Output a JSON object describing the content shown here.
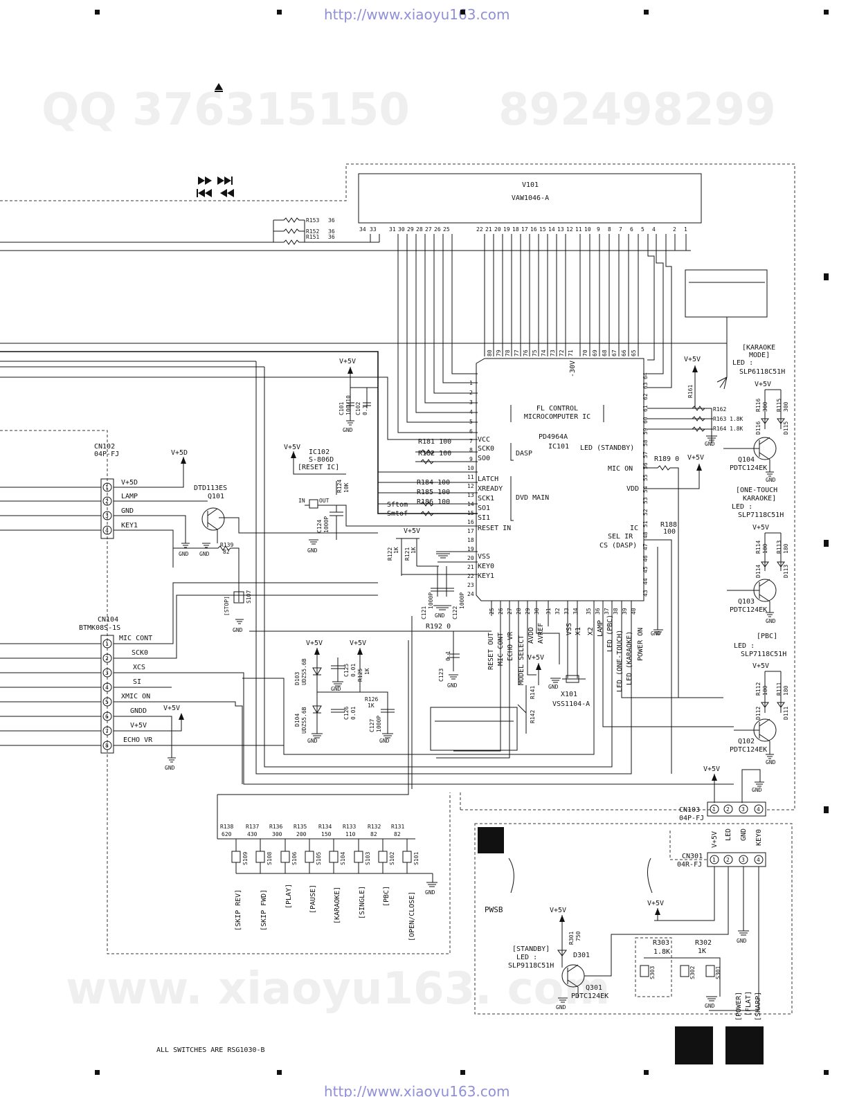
{
  "watermarks": {
    "url_top": "http://www.xiaoyu163.com",
    "url_bottom": "http://www.xiaoyu163.com",
    "qq": "QQ 376315150",
    "num": "892498299",
    "site_bottom": "www. xiaoyu163. com"
  },
  "display": {
    "ref": "V101",
    "part": "VAW1046-A"
  },
  "ic101": {
    "title1": "FL CONTROL",
    "title2": "MICROCOMPUTER IC",
    "part": "PD4964A",
    "ref": "IC101",
    "neg30": "-30V",
    "left_pins": [
      "VCC",
      "SCK0",
      "SO0",
      "LATCH",
      "XREADY",
      "SCK1",
      "SO1",
      "SI1",
      "RESET IN",
      "VSS",
      "KEY0",
      "KEY1"
    ],
    "right_pins": [
      "LED (STANDBY)",
      "MIC ON",
      "VDD",
      "IC",
      "SEL IR",
      "CS (DASP)"
    ],
    "bottom_pins": [
      "RESET OUT",
      "MIC CONT",
      "ECHO VR",
      "MODEL SELECT",
      "AVDD",
      "AVREF",
      "VSS",
      "X1",
      "X2",
      "LAMP",
      "LED (PBC)",
      "LED (ONE-TOUCH)",
      "LED (KARAOKE)",
      "POWER ON"
    ],
    "group_dasp": "DASP",
    "group_dvd": "DVD MAIN",
    "sftom": "Sftom",
    "smtof": "Smtof"
  },
  "ic102": {
    "ref": "IC102",
    "part": "S-806D",
    "role": "[RESET IC]",
    "in": "IN",
    "out": "OUT"
  },
  "cn102": {
    "ref": "CN102",
    "part": "04P-FJ",
    "pins": [
      "V+5D",
      "LAMP",
      "GND",
      "KEY1"
    ],
    "v5d": "V+5D"
  },
  "cn104": {
    "ref": "CN104",
    "part": "BTMK08S-1S",
    "pins": [
      "MIC CONT",
      "SCK0",
      "XCS",
      "SI",
      "XMIC ON",
      "GNDD",
      "V+5V",
      "ECHO VR"
    ]
  },
  "cn103": {
    "ref": "CN103",
    "part": "04P-FJ"
  },
  "cn301": {
    "ref": "CN301",
    "part": "04R-FJ",
    "pins": [
      "V+5V",
      "LED",
      "GND",
      "KEY0"
    ]
  },
  "q101": {
    "ref": "Q101",
    "part": "DTD113ES"
  },
  "karaoke_led": {
    "label": "[KARAOKE",
    "label2": "MODE]",
    "led": "LED :",
    "part": "SLP6118C51H"
  },
  "onetouch_led": {
    "label": "[ONE-TOUCH",
    "label2": "KARAOKE]",
    "led": "LED :",
    "part": "SLP7118C51H"
  },
  "pbc_led": {
    "label": "[PBC]",
    "led": "LED :",
    "part": "SLP7118C51H"
  },
  "transistors": [
    "Q104",
    "Q103",
    "Q102"
  ],
  "transistor_part": "PDTC124EK",
  "resistors_top": [
    {
      "ref": "R153",
      "val": "36"
    },
    {
      "ref": "R152",
      "val": "36"
    },
    {
      "ref": "R151",
      "val": "36"
    }
  ],
  "resistors_sw": [
    {
      "ref": "R138",
      "val": "620"
    },
    {
      "ref": "R137",
      "val": "430"
    },
    {
      "ref": "R136",
      "val": "300"
    },
    {
      "ref": "R135",
      "val": "200"
    },
    {
      "ref": "R134",
      "val": "150"
    },
    {
      "ref": "R133",
      "val": "110"
    },
    {
      "ref": "R132",
      "val": "82"
    },
    {
      "ref": "R131",
      "val": "82"
    }
  ],
  "switches": [
    {
      "ref": "S109",
      "label": "[SKIP REV]"
    },
    {
      "ref": "S108",
      "label": "[SKIP FWD]"
    },
    {
      "ref": "S106",
      "label": "[PLAY]"
    },
    {
      "ref": "S105",
      "label": "[PAUSE]"
    },
    {
      "ref": "S104",
      "label": "[KARAOKE]"
    },
    {
      "ref": "S103",
      "label": "[SINGLE]"
    },
    {
      "ref": "S102",
      "label": "[PBC]"
    },
    {
      "ref": "S101",
      "label": "[OPEN/CLOSE]"
    }
  ],
  "stop": {
    "label": "[STOP]",
    "ref": "S107"
  },
  "misc": {
    "r181": "R181 100",
    "r182": "R182 100",
    "r184": "R184 100",
    "r185": "R185 100",
    "r186": "R186 100",
    "r189": "R189 0",
    "r188": "R188",
    "r188v": "100",
    "r192": "R192 0",
    "r139": "R139",
    "r139v": "82",
    "r161": "R161",
    "r162": "R162",
    "r163": "R163 1.8K",
    "r164": "R164 1.8K",
    "r122": "R122",
    "r122v": "1K",
    "r121": "R121",
    "r121v": "1K",
    "r124": "R124",
    "r124v": "10K",
    "c101": "C101",
    "c101v": "100/10",
    "c102": "C102",
    "c102v": "0.1",
    "c124": "C124",
    "c124v": "1000P",
    "c121": "C121",
    "c121v": "1000P",
    "c122": "C122",
    "c122v": "1000P",
    "c123": "C123",
    "c123v": "0.1",
    "c125": "C125",
    "c125v": "0.01",
    "c126": "C126",
    "c126v": "0.01",
    "c127": "C127",
    "c127v": "1000P",
    "d103": "D103",
    "d103v": "UDZS5.6B",
    "d104": "D104",
    "d104v": "UDZS5.6B",
    "r125": "R125",
    "r125v": "1K",
    "r126": "R126",
    "r126v": "1K",
    "r141": "R141",
    "r142": "R142",
    "x101": "X101",
    "x101v": "VSS1104-A",
    "r116": "R116",
    "r116v": "300",
    "r115": "R115",
    "r115v": "300",
    "d116": "D116",
    "d115": "D115",
    "r114": "R114",
    "r114v": "180",
    "r113": "R113",
    "r113v": "180",
    "d114": "D114",
    "d113": "D113",
    "r112": "R112",
    "r112v": "180",
    "r111": "R111",
    "r111v": "180",
    "d112": "D112",
    "d111": "D111",
    "vp5v": "V+5V",
    "gnd": "GND"
  },
  "pwsb": {
    "title": "PWSB",
    "standby": "[STANDBY]",
    "led": "LED :",
    "led_part": "SLP9118C51H",
    "d301": "D301",
    "q301": "Q301",
    "q301_part": "PDTC124EK",
    "r301": "R301",
    "r301v": "750",
    "r303": "R303",
    "r303v": "1.8K",
    "r302": "R302",
    "r302v": "1K",
    "sw": [
      {
        "ref": "S303",
        "label": "[POWER]"
      },
      {
        "ref": "S302",
        "label": "[FLAT]"
      },
      {
        "ref": "S301",
        "label": "[SHARP]"
      }
    ]
  },
  "footnote": "ALL SWITCHES ARE RSG1030-B"
}
